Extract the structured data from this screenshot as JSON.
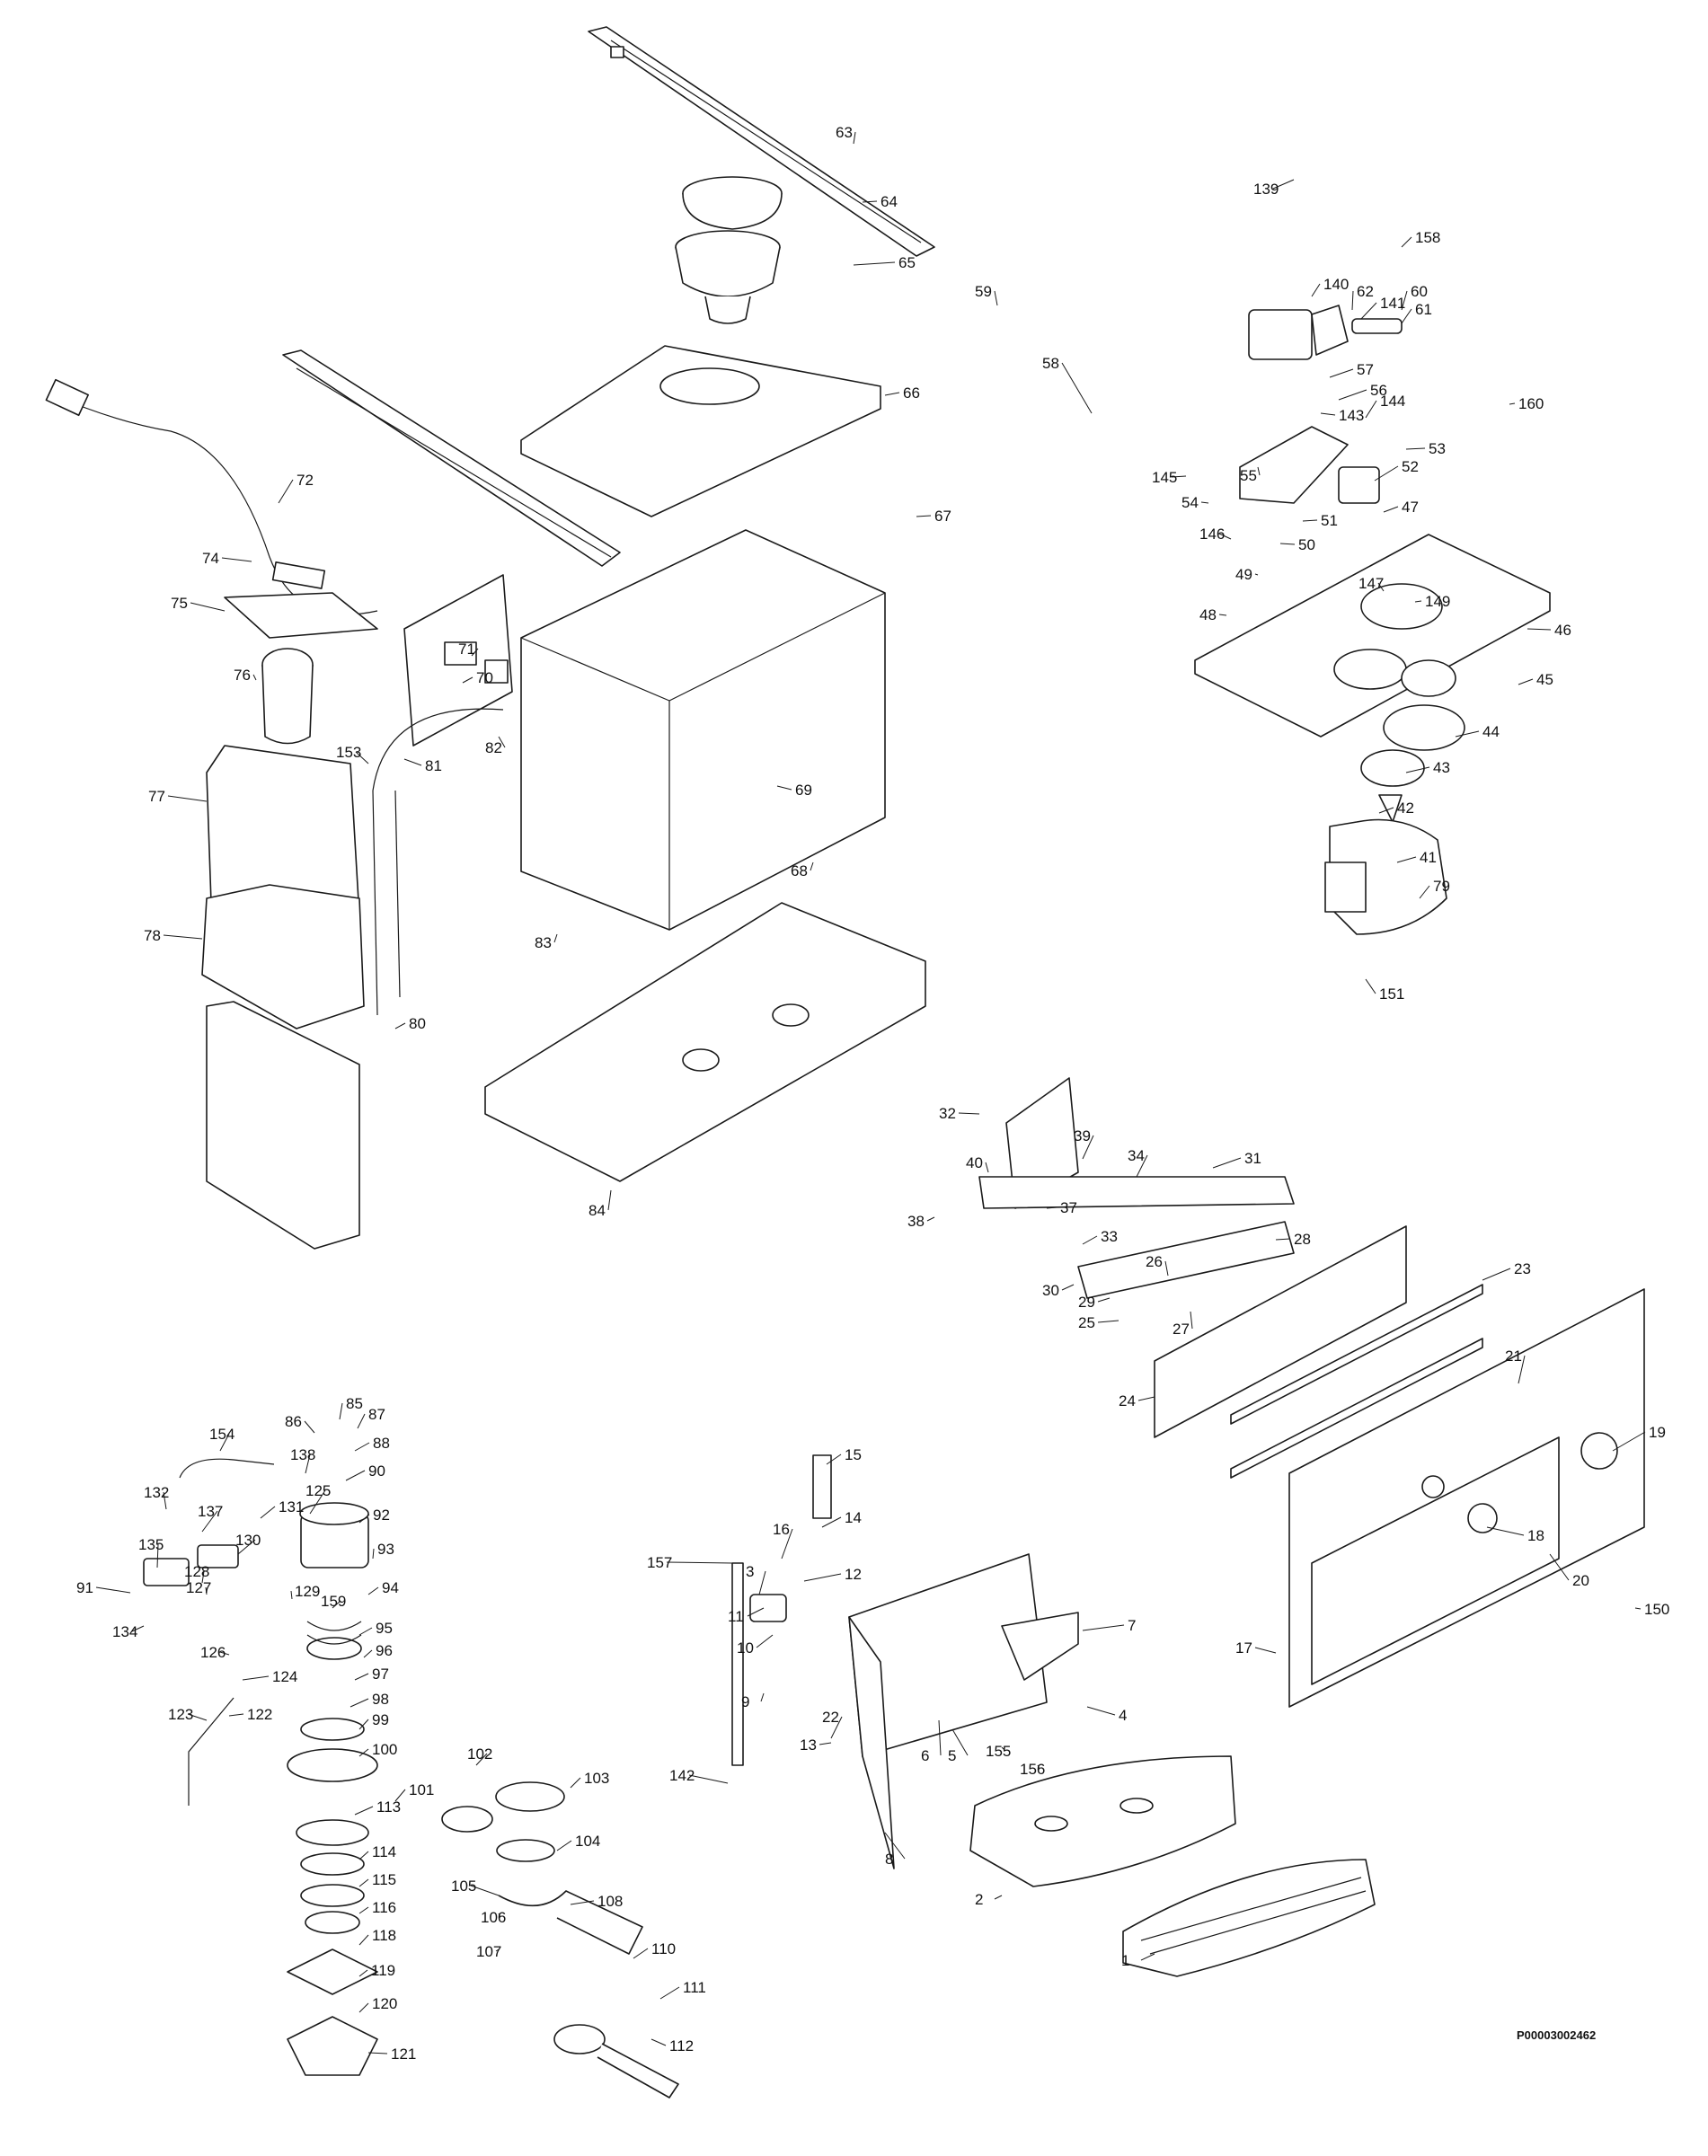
{
  "document_code": "P00003002462",
  "style": {
    "line_color": "#1a1a1a",
    "background": "#ffffff"
  },
  "labels": [
    "1",
    "2",
    "3",
    "4",
    "5",
    "6",
    "7",
    "8",
    "9",
    "10",
    "11",
    "12",
    "13",
    "14",
    "15",
    "16",
    "17",
    "18",
    "19",
    "20",
    "21",
    "22",
    "23",
    "24",
    "25",
    "26",
    "27",
    "28",
    "29",
    "30",
    "31",
    "32",
    "33",
    "34",
    "37",
    "38",
    "39",
    "40",
    "41",
    "42",
    "43",
    "44",
    "45",
    "46",
    "47",
    "48",
    "49",
    "50",
    "51",
    "52",
    "53",
    "54",
    "55",
    "56",
    "57",
    "58",
    "59",
    "60",
    "61",
    "62",
    "63",
    "64",
    "65",
    "66",
    "67",
    "68",
    "69",
    "70",
    "71",
    "72",
    "74",
    "75",
    "76",
    "77",
    "78",
    "79",
    "80",
    "81",
    "82",
    "83",
    "84",
    "85",
    "86",
    "87",
    "88",
    "90",
    "91",
    "92",
    "93",
    "94",
    "95",
    "96",
    "97",
    "98",
    "99",
    "100",
    "101",
    "102",
    "103",
    "104",
    "105",
    "106",
    "107",
    "108",
    "110",
    "111",
    "112",
    "113",
    "114",
    "115",
    "116",
    "118",
    "119",
    "120",
    "121",
    "122",
    "123",
    "124",
    "125",
    "126",
    "127",
    "128",
    "129",
    "130",
    "131",
    "132",
    "134",
    "135",
    "137",
    "138",
    "139",
    "140",
    "141",
    "142",
    "143",
    "144",
    "145",
    "146",
    "147",
    "149",
    "150",
    "151",
    "153",
    "154",
    "155",
    "156",
    "157",
    "158",
    "159",
    "160"
  ]
}
